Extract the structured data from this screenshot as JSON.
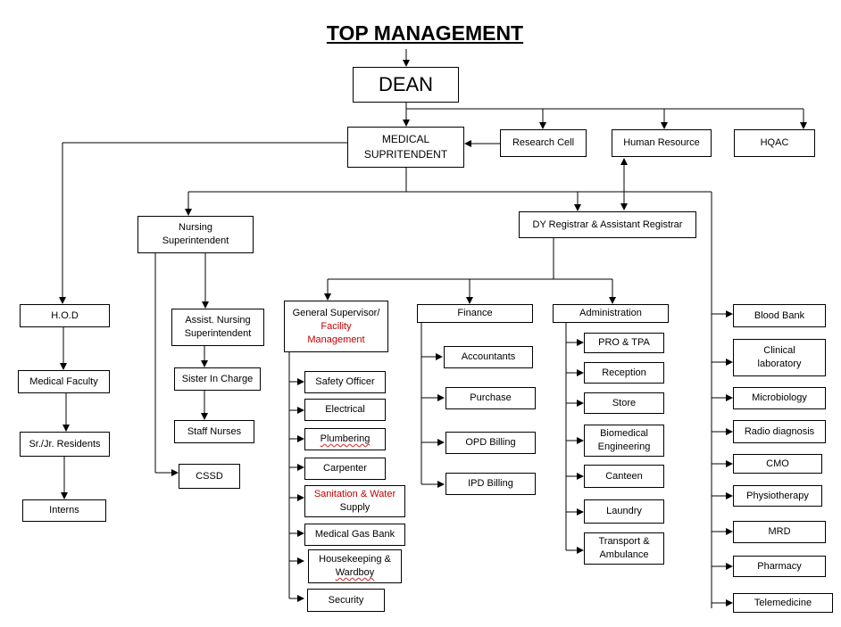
{
  "title": "TOP MANAGEMENT",
  "colors": {
    "line": "#000000",
    "accent_text": "#c00000"
  },
  "nodes": {
    "dean": "DEAN",
    "medical_sup_1": "MEDICAL",
    "medical_sup_2": "SUPRITENDENT",
    "research_cell": "Research Cell",
    "human_resource": "Human Resource",
    "hqac": "HQAC",
    "nursing_sup_1": "Nursing",
    "nursing_sup_2": "Superintendent",
    "dy_registrar": "DY Registrar & Assistant Registrar",
    "hod": "H.O.D",
    "medical_faculty": "Medical Faculty",
    "residents": "Sr./Jr. Residents",
    "interns": "Interns",
    "asst_nursing_1": "Assist. Nursing",
    "asst_nursing_2": "Superintendent",
    "sister_in_charge": "Sister In Charge",
    "staff_nurses": "Staff Nurses",
    "cssd": "CSSD",
    "general_sup_1": "General Supervisor/",
    "general_sup_2": "Facility",
    "general_sup_3": "Management",
    "finance": "Finance",
    "administration": "Administration"
  },
  "facility_items": {
    "safety_officer": "Safety Officer",
    "electrical": "Electrical",
    "plumbering": "Plumbering",
    "carpenter": "Carpenter",
    "sanitation_1": "Sanitation & Water",
    "sanitation_2": "Supply",
    "medical_gas": "Medical Gas Bank",
    "housekeeping_1": "Housekeeping &",
    "housekeeping_2": "Wardboy",
    "security": "Security"
  },
  "finance_items": {
    "accountants": "Accountants",
    "purchase": "Purchase",
    "opd_billing": "OPD Billing",
    "ipd_billing": "IPD Billing"
  },
  "admin_items": {
    "pro_tpa": "PRO & TPA",
    "reception": "Reception",
    "store": "Store",
    "biomedical_1": "Biomedical",
    "biomedical_2": "Engineering",
    "canteen": "Canteen",
    "laundry": "Laundry",
    "transport_1": "Transport &",
    "transport_2": "Ambulance"
  },
  "services": {
    "blood_bank": "Blood Bank",
    "clinical_lab_1": "Clinical",
    "clinical_lab_2": "laboratory",
    "microbiology": "Microbiology",
    "radio_diagnosis": "Radio diagnosis",
    "cmo": "CMO",
    "physiotherapy": "Physiotherapy",
    "mrd": "MRD",
    "pharmacy": "Pharmacy",
    "telemedicine": "Telemedicine"
  }
}
